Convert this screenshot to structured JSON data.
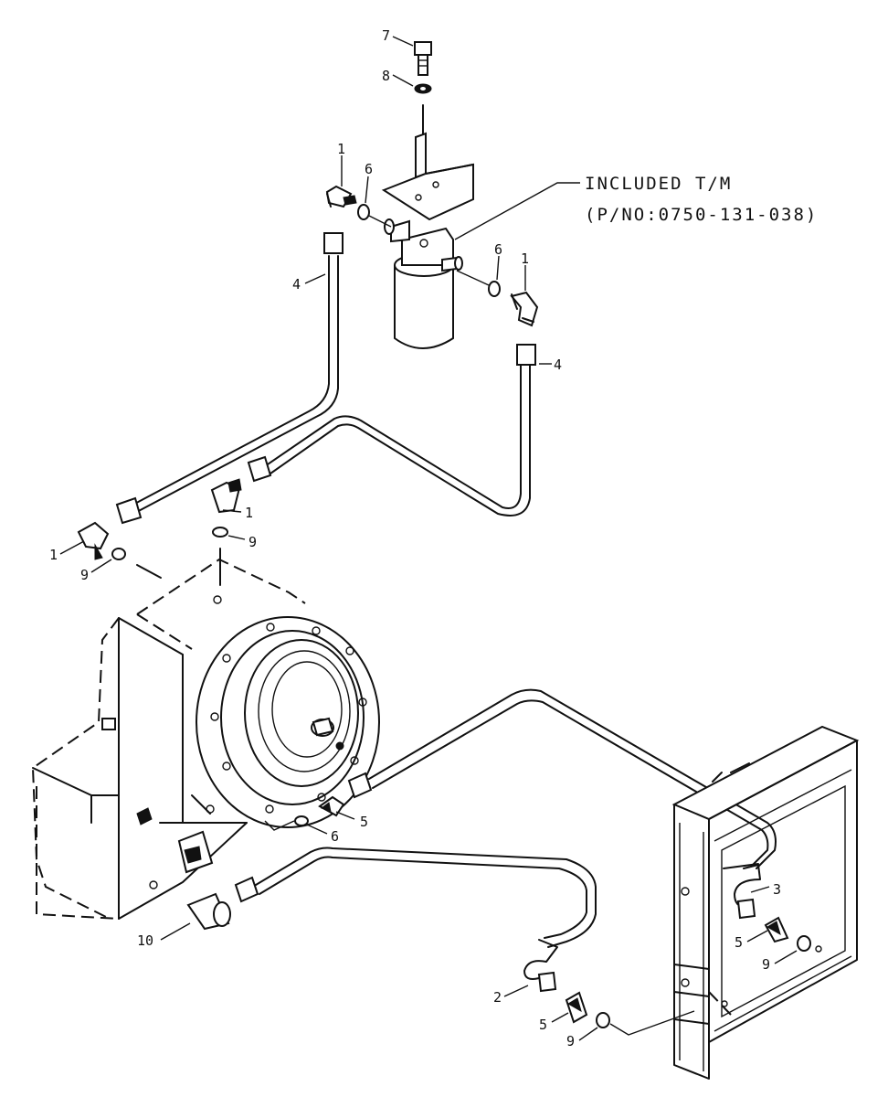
{
  "note": {
    "line1": "INCLUDED T/M",
    "line2": "(P/NO:0750-131-038)"
  },
  "labels": {
    "n7": "7",
    "n8": "8",
    "n1_top": "1",
    "n6_top": "6",
    "n6_right": "6",
    "n1_right": "1",
    "n4_left": "4",
    "n4_right": "4",
    "n1_mid": "1",
    "n9_mid": "9",
    "n1_left": "1",
    "n9_left": "9",
    "n5_mid": "5",
    "n6_bottom": "6",
    "n10": "10",
    "n3": "3",
    "n5_right": "5",
    "n9_right": "9",
    "n2": "2",
    "n5_bottom": "5",
    "n9_bottom": "9"
  }
}
